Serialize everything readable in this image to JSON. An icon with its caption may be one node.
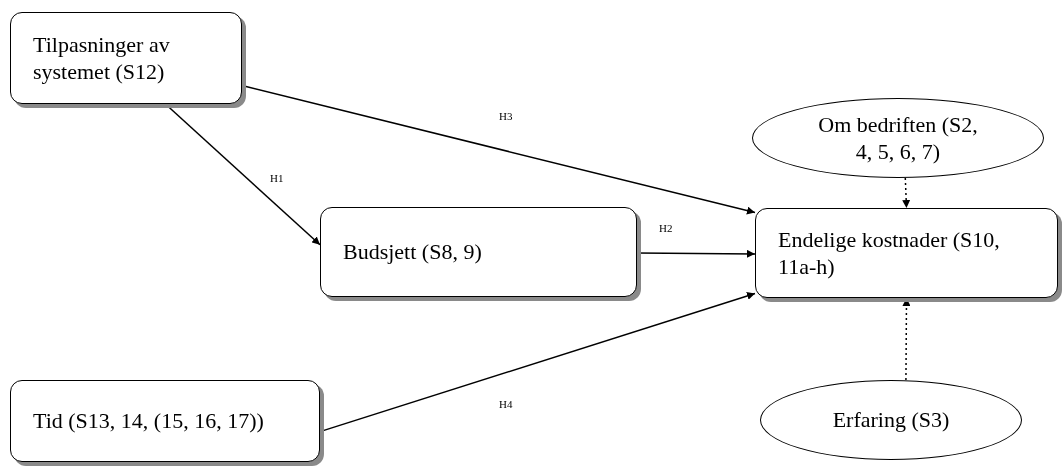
{
  "diagram": {
    "nodes": [
      {
        "text": [
          "Tilpasninger av systemet (S12)"
        ]
      },
      {
        "text": [
          "Budsjett (S8, 9)"
        ]
      },
      {
        "text": [
          "Endelige kostnader (S10, 11a-h)"
        ]
      },
      {
        "text": [
          "Om bedriften (S2, 4, 5, 6, 7)"
        ]
      },
      {
        "text": [
          "Tid (S13, 14, (15, 16, 17))"
        ]
      },
      {
        "text": [
          "Erfaring (S3)"
        ]
      }
    ],
    "edges": [
      {
        "from": 0,
        "to": 1,
        "arrow": "to",
        "label": "H1"
      },
      {
        "from": 0,
        "to": 2,
        "arrow": "to",
        "label": "H3"
      },
      {
        "from": 1,
        "to": 2,
        "arrow": "to",
        "label": "H2"
      },
      {
        "from": 4,
        "to": 2,
        "arrow": "to",
        "label": "H4"
      },
      {
        "from": 3,
        "to": 2,
        "arrow": "to",
        "style": "dashed"
      },
      {
        "from": 5,
        "to": 2,
        "arrow": "to",
        "style": "dashed"
      }
    ]
  }
}
